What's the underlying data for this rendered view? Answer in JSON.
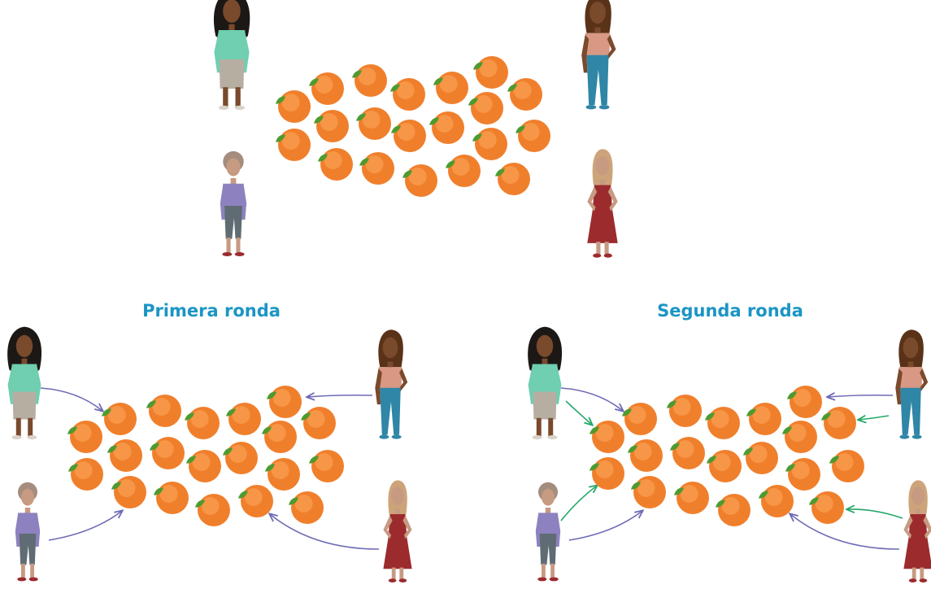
{
  "titles": {
    "round1": "Primera ronda",
    "round2": "Segunda ronda"
  },
  "colors": {
    "title": "#1b95c4",
    "orange": "#f07f2c",
    "orange_light": "#fbaa5c",
    "leaf": "#4e9a2f",
    "arrow_first": "#6e6ab5",
    "arrow_second": "#26a86a",
    "skin_dark": "#7a4a2c",
    "skin_light": "#c79a82",
    "hair_black": "#1c1816",
    "hair_brown": "#5a3218",
    "hair_grey": "#a48d7e",
    "hair_blonde": "#cda47a",
    "shirt_mint": "#6fcfb0",
    "shorts_tan": "#b7aea2",
    "top_pink": "#d99884",
    "pants_teal": "#2f86a6",
    "top_lavender": "#8d82bf",
    "pants_slate": "#5f6c73",
    "dress_red": "#9c2b2e"
  },
  "scenes": [
    {
      "name": "initial",
      "oranges": 20
    },
    {
      "name": "round1",
      "oranges": 20,
      "first_pass_arrows": 4
    },
    {
      "name": "round2",
      "oranges": 20,
      "first_pass_arrows": 4,
      "second_pass_arrows": 4
    }
  ],
  "people_icons": [
    "girl-mint-shirt-icon",
    "woman-pink-top-icon",
    "woman-lavender-top-icon",
    "woman-red-dress-icon"
  ]
}
